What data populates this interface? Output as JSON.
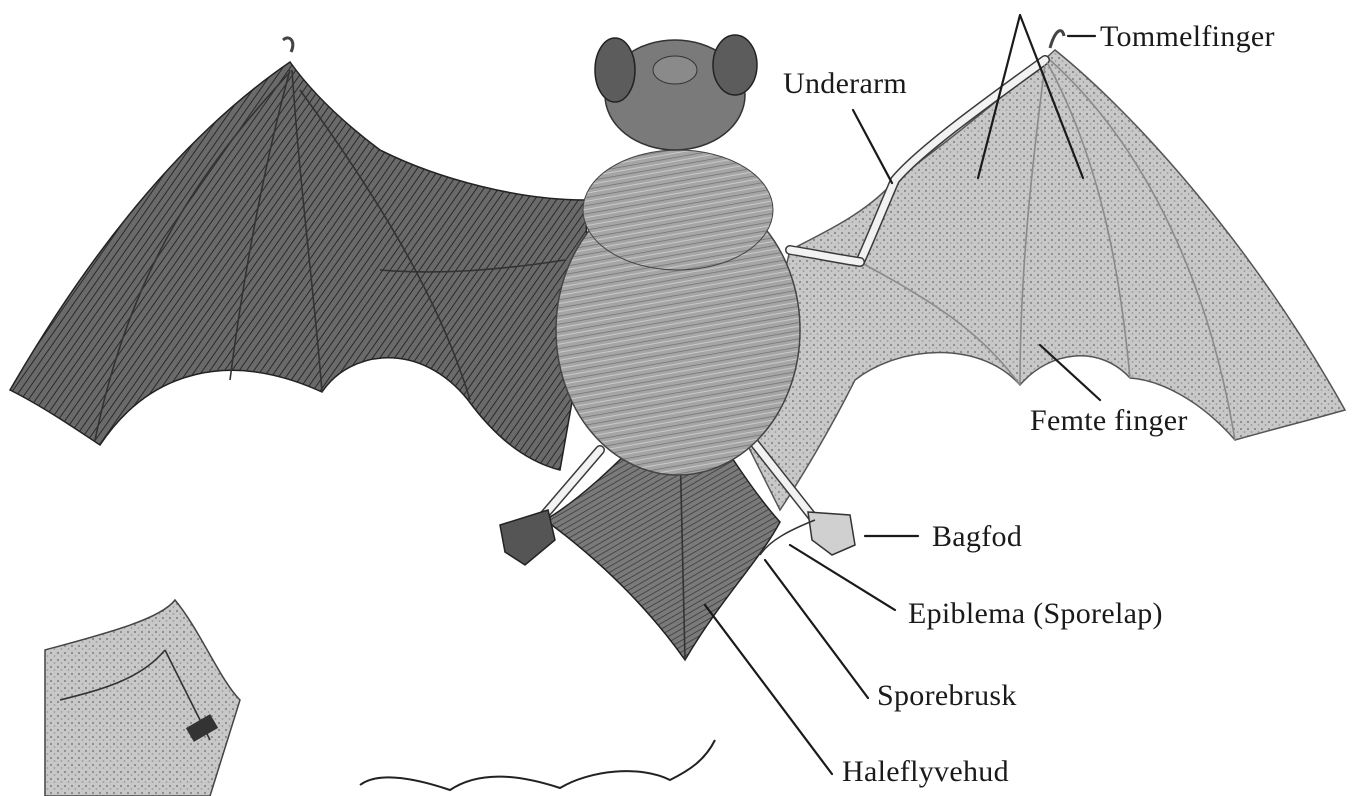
{
  "labels": {
    "tommelfinger": "Tommelfinger",
    "underarm": "Underarm",
    "femte_finger": "Femte finger",
    "bagfod": "Bagfod",
    "epiblema": "Epiblema (Sporelap)",
    "sporebrusk": "Sporebrusk",
    "haleflyvehud": "Haleflyvehud"
  },
  "colors": {
    "ink": "#1a1a1a",
    "left_wing": "#5a5a5a",
    "right_wing": "#bdbdbd",
    "fur": "#8c8c8c",
    "background": "#ffffff"
  }
}
